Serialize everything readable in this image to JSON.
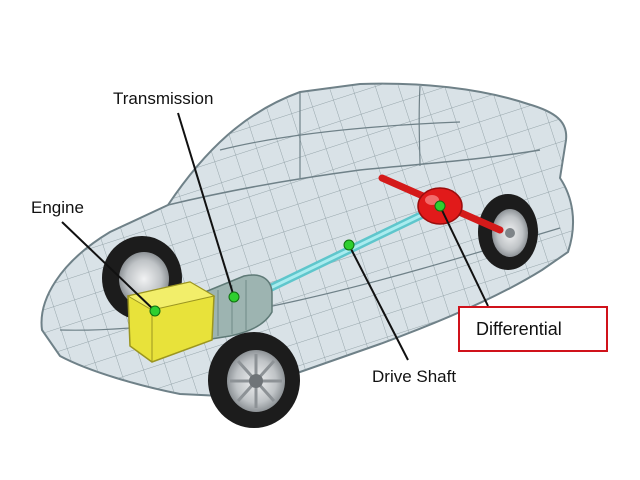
{
  "labels": {
    "transmission": "Transmission",
    "engine": "Engine",
    "drive_shaft": "Drive Shaft",
    "differential": "Differential"
  },
  "colors": {
    "body_fill": "#d9e2e7",
    "mesh_line": "#7f9096",
    "engine": "#e8e23a",
    "transmission": "#9db4b1",
    "drive_shaft": "#7fd9de",
    "axle": "#d41a1a",
    "differential": "#e11a1a",
    "marker": "#2fcf2f",
    "leader": "#111111",
    "highlight_box": "#d0121b",
    "tire": "#1c1c1c",
    "rim": "#c9ccce"
  }
}
